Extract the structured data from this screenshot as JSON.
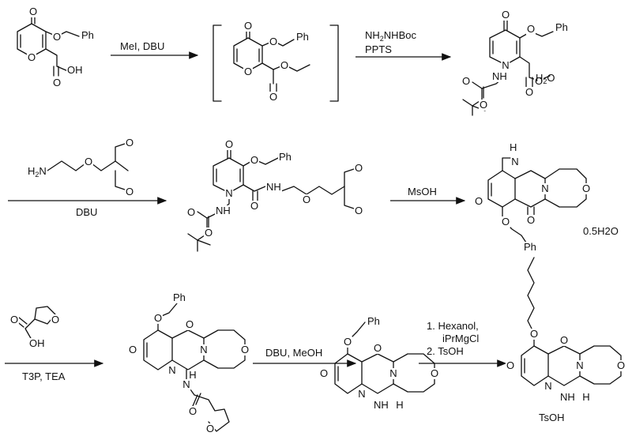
{
  "reagents": {
    "r1": "MeI, DBU",
    "r2a_pre": "NH",
    "r2a_sub1": "2",
    "r2a_mid": "NHBoc",
    "r2b": "PPTS",
    "r3": "DBU",
    "r4": "MsOH",
    "r5": "T3P, TEA",
    "r6": "DBU, MeOH",
    "r7a": "1. Hexanol,",
    "r7b": "iPrMgCl",
    "r7c": "2. TsOH"
  },
  "annotations": {
    "hydrate1_pre": "H",
    "hydrate1_sub": "2",
    "hydrate1_post": "O",
    "hydrate2": "0.5H2O",
    "salt": "TsOH"
  },
  "atoms": {
    "O": "O",
    "OH": "OH",
    "Ph": "Ph",
    "N": "N",
    "NH": "NH",
    "H": "H",
    "H2N_pre": "H",
    "H2N_sub": "2",
    "H2N_post": "N"
  }
}
